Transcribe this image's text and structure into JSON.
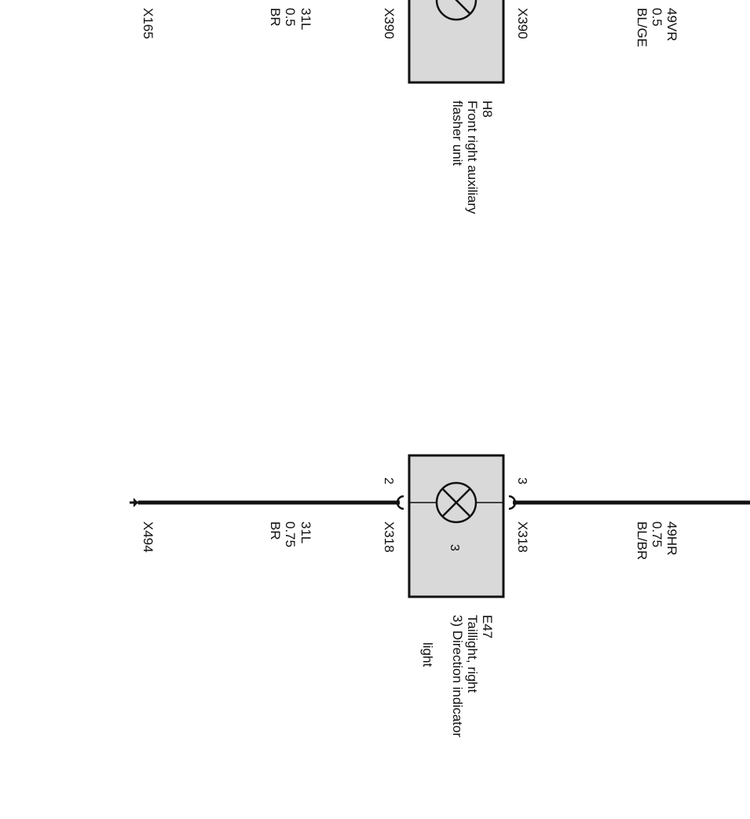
{
  "colors": {
    "wire": "#111111",
    "component_fill": "#d9d9d9",
    "component_stroke": "#111111",
    "background": "#ffffff"
  },
  "top_section": {
    "left_ground_connector": "X165",
    "left_wire": {
      "signal": "31L",
      "gauge": "0.5",
      "color": "BR"
    },
    "component": {
      "left_connector": "X390",
      "right_connector": "X390",
      "id": "H8",
      "description": [
        "Front right auxiliary",
        "flasher unit"
      ],
      "symbol": "lamp-icon"
    },
    "right_wire": {
      "signal": "49VR",
      "gauge": "0.5",
      "color": "BL/GE"
    }
  },
  "bottom_section": {
    "left_ground_connector": "X494",
    "left_wire": {
      "signal": "31L",
      "gauge": "0.75",
      "color": "BR"
    },
    "component": {
      "left_connector": "X318",
      "left_pin": "2",
      "right_connector": "X318",
      "right_pin": "3",
      "id": "E47",
      "inner_number": "3",
      "description": [
        "Taillight, right",
        "3) Direction indicator",
        "light"
      ],
      "symbol": "lamp-icon"
    },
    "right_wire": {
      "signal": "49HR",
      "gauge": "0.75",
      "color": "BL/BR"
    }
  }
}
